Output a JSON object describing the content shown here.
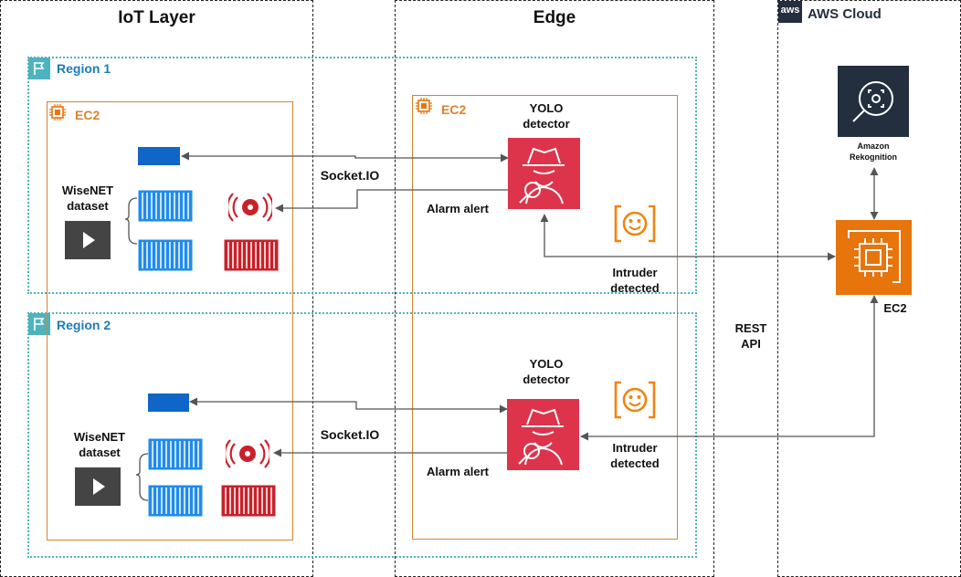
{
  "layers": {
    "iot": "IoT Layer",
    "edge": "Edge",
    "cloud": "AWS Cloud",
    "aws_logo": "aws"
  },
  "regions": {
    "r1": "Region 1",
    "r2": "Region 2"
  },
  "ec2": {
    "iot_r1": "EC2",
    "edge_r1": "EC2",
    "cloud": "EC2"
  },
  "labels": {
    "yolo1": "YOLO detector",
    "yolo2": "YOLO detector",
    "socket1": "Socket.IO",
    "socket2": "Socket.IO",
    "alarm1": "Alarm alert",
    "alarm2": "Alarm alert",
    "intruder1": "Intruder detected",
    "intruder2": "Intruder detected",
    "wisenet1": "WiseNET dataset",
    "wisenet2": "WiseNET dataset",
    "rest": "REST API",
    "rekognition": "Amazon Rekognition"
  },
  "colors": {
    "ec2_orange": "#e8740c",
    "region_teal": "#4fb3bd",
    "yolo_red": "#dd344c",
    "queue_blue": "#1f8bef",
    "queue_red": "#c8212a",
    "rekognition_dark": "#232f3e",
    "region_label": "#1e7bb8"
  }
}
